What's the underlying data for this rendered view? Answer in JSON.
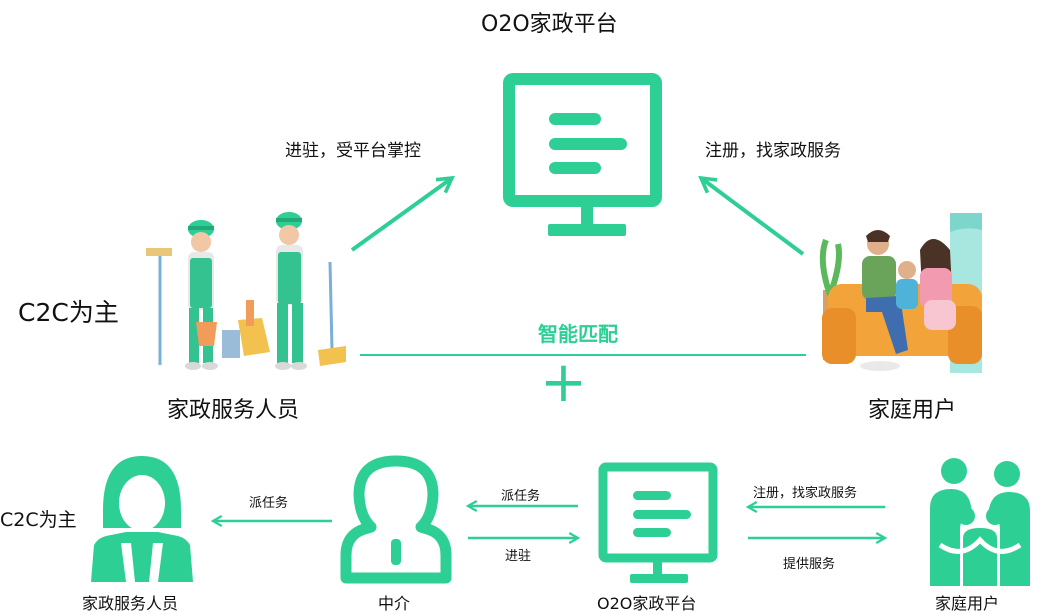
{
  "colors": {
    "accent": "#2ecf94",
    "text": "#111111"
  },
  "top": {
    "title": "O2O家政平台",
    "left_arrow_label": "进驻，受平台掌控",
    "right_arrow_label": "注册，找家政服务",
    "side_label": "C2C为主",
    "left_node_label": "家政服务人员",
    "right_node_label": "家庭用户",
    "center_link_label": "智能匹配",
    "plus_symbol": "+"
  },
  "bottom": {
    "side_label": "C2C为主",
    "worker_label": "家政服务人员",
    "agent_label": "中介",
    "platform_label": "O2O家政平台",
    "family_label": "家庭用户",
    "assign_label": "派任务",
    "agent_top_label": "派任务",
    "agent_bottom_label": "进驻",
    "family_top_label": "注册，找家政服务",
    "family_bottom_label": "提供服务"
  },
  "icons": [
    "monitor-icon",
    "cleaning-staff-illustration",
    "family-on-sofa-illustration",
    "woman-avatar-icon",
    "agent-person-icon",
    "family-group-icon"
  ]
}
